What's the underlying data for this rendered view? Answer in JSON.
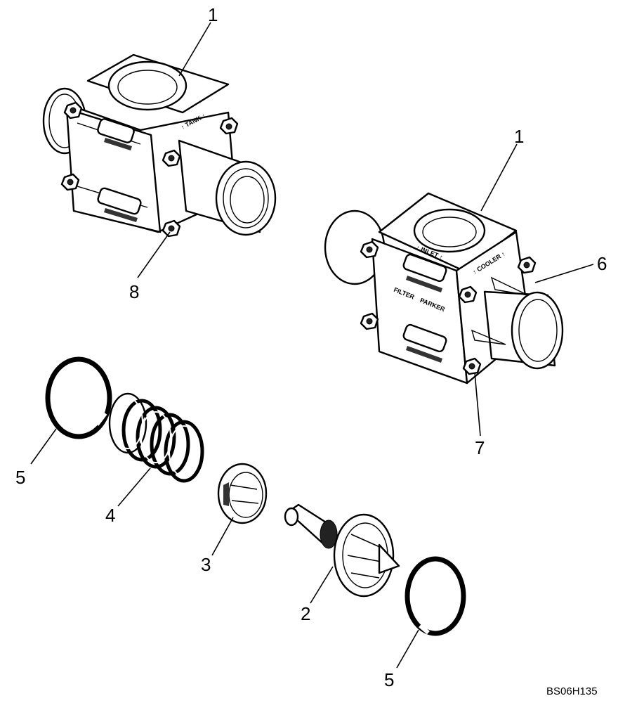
{
  "diagram": {
    "reference_code": "BS06H135",
    "callouts": [
      {
        "id": "c1a",
        "label": "1"
      },
      {
        "id": "c1b",
        "label": "1"
      },
      {
        "id": "c2",
        "label": "2"
      },
      {
        "id": "c3",
        "label": "3"
      },
      {
        "id": "c4",
        "label": "4"
      },
      {
        "id": "c5a",
        "label": "5"
      },
      {
        "id": "c5b",
        "label": "5"
      },
      {
        "id": "c6",
        "label": "6"
      },
      {
        "id": "c7",
        "label": "7"
      },
      {
        "id": "c8",
        "label": "8"
      }
    ],
    "housing_left": {
      "port_mark": "↑ TANK ↑"
    },
    "housing_right": {
      "port_mark_cooler": "↑ COOLER ↑",
      "port_mark_inlet": "↑ INLET ↑",
      "brand_mark": "PARKER",
      "filter_mark": "FILTER"
    }
  }
}
